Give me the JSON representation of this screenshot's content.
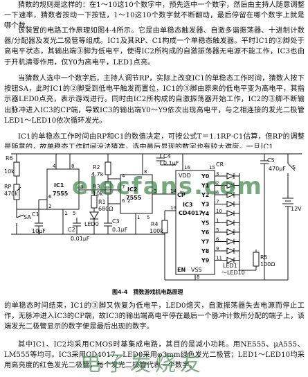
{
  "paragraphs": {
    "p1": "猜数的规则是这样的：在1～10这10个数字中，预先选中一个数字，然后由主持人随意调整一下速率，猜数者按动一下按钮，1～10这10个数字就不断翻动，最后停留在哪个数字上就是哪个数。",
    "p2": "该装置的电路工作原理如图4-4所示。它是由单稳态触发器、自激多谐振荡器、十进制计数器/分配器及发光二极管等组成。IC1及其RP、C1构成一个单稳态触发器。平时IC1的②脚处于高电平状态，其输出端③脚为低电平，使得IC2所构成的自激振荡器无电源不能工作，IC3也由于开机清零作用，仅Y0为高电平，LED1点亮。",
    "p3": "当猜数人选中一个数字后，主持人调节RP，实际上改变IC1的单稳态工作时间，猜数人按下按钮SA，此时IC1的②脚受到低电平触发而置位，IC1的③脚由原来的低电平变为高电平，其指示器LED0点亮，表示游戏进行。同时由IC2所构成的自激振荡器开始工作，IC2的③脚不断输出脉冲进入IC3的CP端，导致IC3的输出端Y0～Y9依次出现高电平，与之相连接的发光二极管LED1～LED10依次循环发光。",
    "p4": "IC1的单稳态工作时间由RP和C1的数值决定，可按公式T＝1.1RP·C1估算，但RP的调整是随意的，故单稳态工作时间没法猜准，选中最后显现的数字也有较大难度。一旦IC1",
    "p5": "的单稳态时间结束，IC1的③脚又恢复为低电平，LED0熄灭，自激振荡器失去电源而停止工作，无脉冲进入IC3的CP端，故IC3的输出端高电平停在最后一个脉冲计数所分配的端子上，该端发光二极管显示的数字便是最后出现的数字。",
    "p6": "其中IC1、IC2均采用CMOS时基集成电路，其目的是减小功耗。用NE555、μA555、LM555等均可。IC3采用CD4017，LED0采用φ3mm绿色发光二极管；LED1～LED10均采用高亮度的红色发光二极管，每个发光二极管代表一个数字。"
  },
  "figure": {
    "caption": "图4-4　猜数游戏机电路原理",
    "watermark": "elecfans.com",
    "watermark_cn": "电子发烧友",
    "labels": {
      "R6": "R6",
      "R6v": "10k",
      "RP": "RP",
      "RPv": "470k",
      "SA": "SA",
      "C1": "C1",
      "C1v": "10μF",
      "IC1": "IC1",
      "IC1t": "7555",
      "R1": "R1",
      "R1v": "680Ω",
      "LED0": "LED0",
      "C2": "C2",
      "C2v": "0.01μF",
      "R2": "R2",
      "R2v": "4.7k",
      "R3": "R3",
      "R3v": "10k",
      "IC2": "IC2",
      "IC2t": "7555",
      "C3": "C3",
      "C3v": "0.1μF",
      "C4": "C4",
      "C4v": "0.1μF",
      "R4": "R4",
      "R4v": "100k",
      "VDD": "VDD",
      "CP": "CP",
      "IC3": "IC3",
      "IC3t": "CD4017",
      "EN": "EN",
      "VSS": "VSS",
      "CR": "CR",
      "C5": "C5",
      "C5v": "470μF",
      "S": "S",
      "V12": "12V",
      "R5": "R5",
      "R5v": "100Ω",
      "LEDs": "LED1",
      "LEDs2": "～LED10"
    },
    "pins_y": [
      "Y0",
      "Y1",
      "Y2",
      "Y3",
      "Y4",
      "Y5",
      "Y6",
      "Y7",
      "Y8",
      "Y9"
    ],
    "pin_nums": [
      "3",
      "2",
      "4",
      "7",
      "10",
      "1",
      "5",
      "6",
      "9",
      "11"
    ],
    "pin_ic": {
      "p4": "4",
      "p8": "8",
      "p7": "7",
      "p2": "2",
      "p6": "6",
      "p3": "3",
      "p1": "1",
      "p5": "5",
      "q4": "4",
      "q8": "8",
      "q7": "7",
      "q6": "6",
      "q2": "2",
      "q3": "3",
      "q1": "1",
      "q5": "5",
      "d16": "16",
      "d14": "14",
      "d15": "15",
      "d13": "13",
      "d8": "8"
    }
  }
}
